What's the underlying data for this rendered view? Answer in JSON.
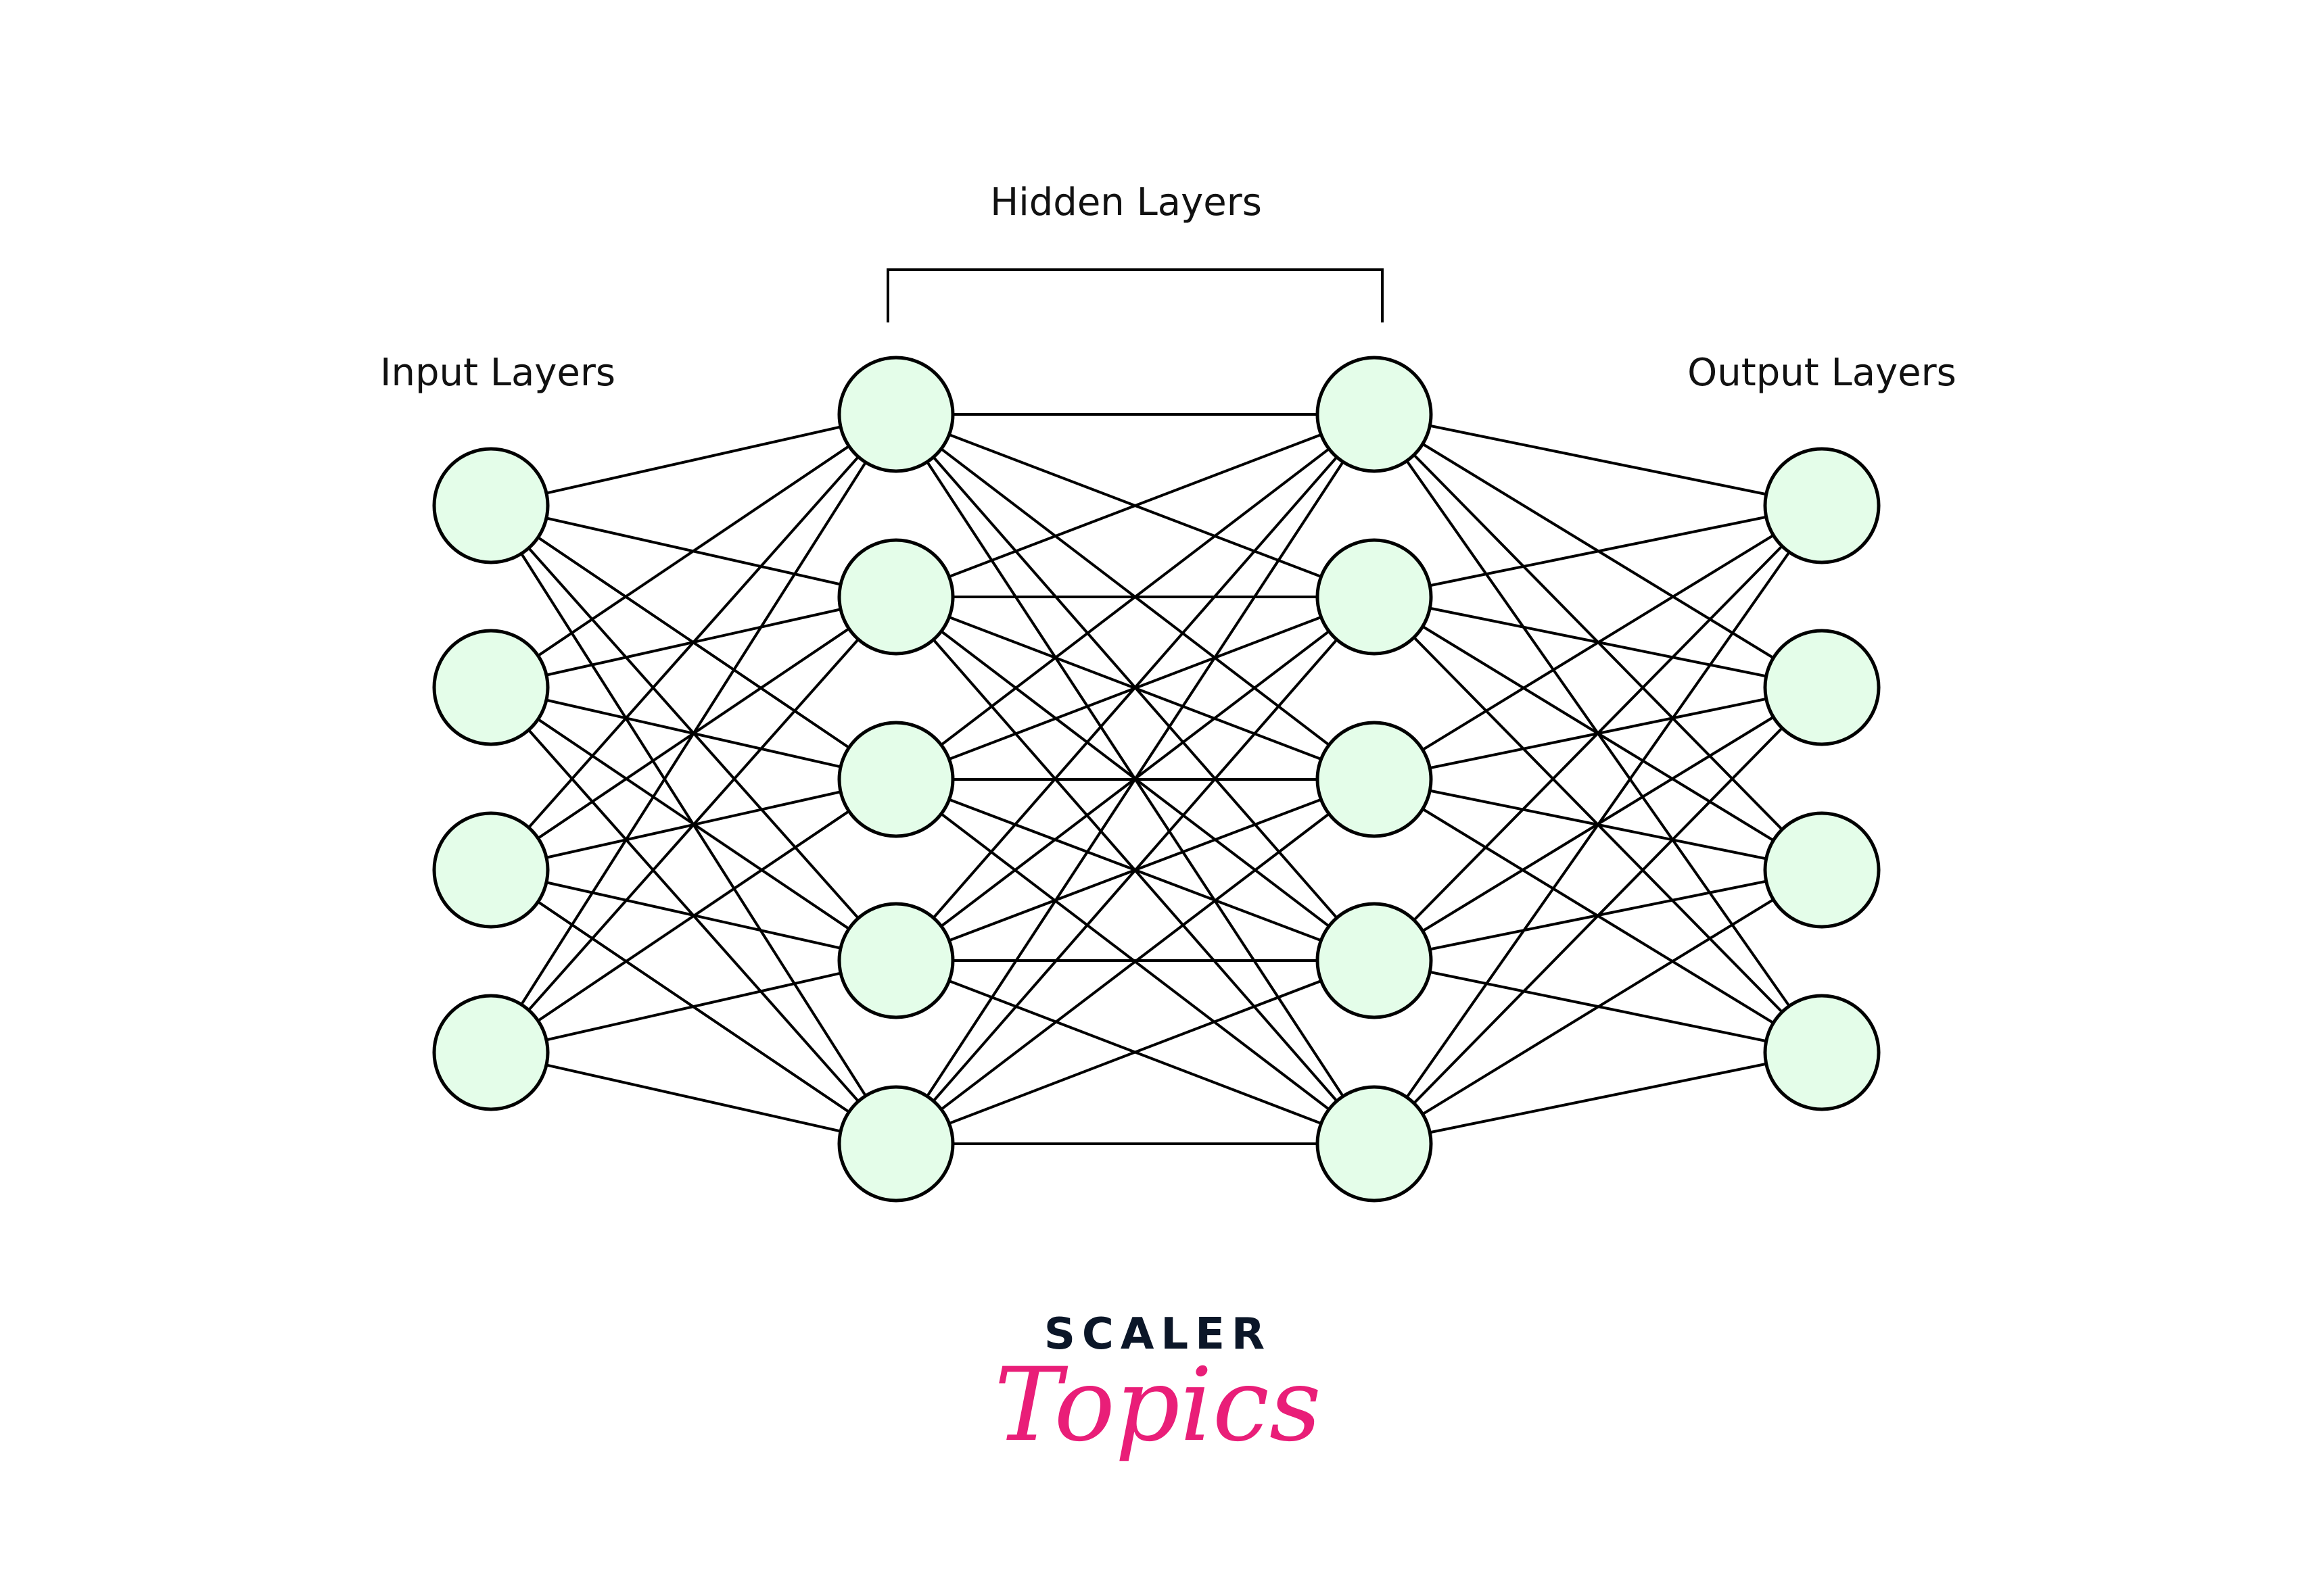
{
  "labels": {
    "input": "Input Layers",
    "hidden": "Hidden Layers",
    "output": "Output Layers"
  },
  "network": {
    "layers": [
      {
        "name": "input",
        "nodes": 4
      },
      {
        "name": "hidden-1",
        "nodes": 5
      },
      {
        "name": "hidden-2",
        "nodes": 5
      },
      {
        "name": "output",
        "nodes": 4
      }
    ],
    "fully_connected": true
  },
  "logo": {
    "line1": "SCALER",
    "line2": "Topics"
  },
  "colors": {
    "node_fill": "#e4fde9",
    "stroke": "#000000",
    "logo_dark": "#0b1628",
    "logo_pink": "#e91e78"
  }
}
